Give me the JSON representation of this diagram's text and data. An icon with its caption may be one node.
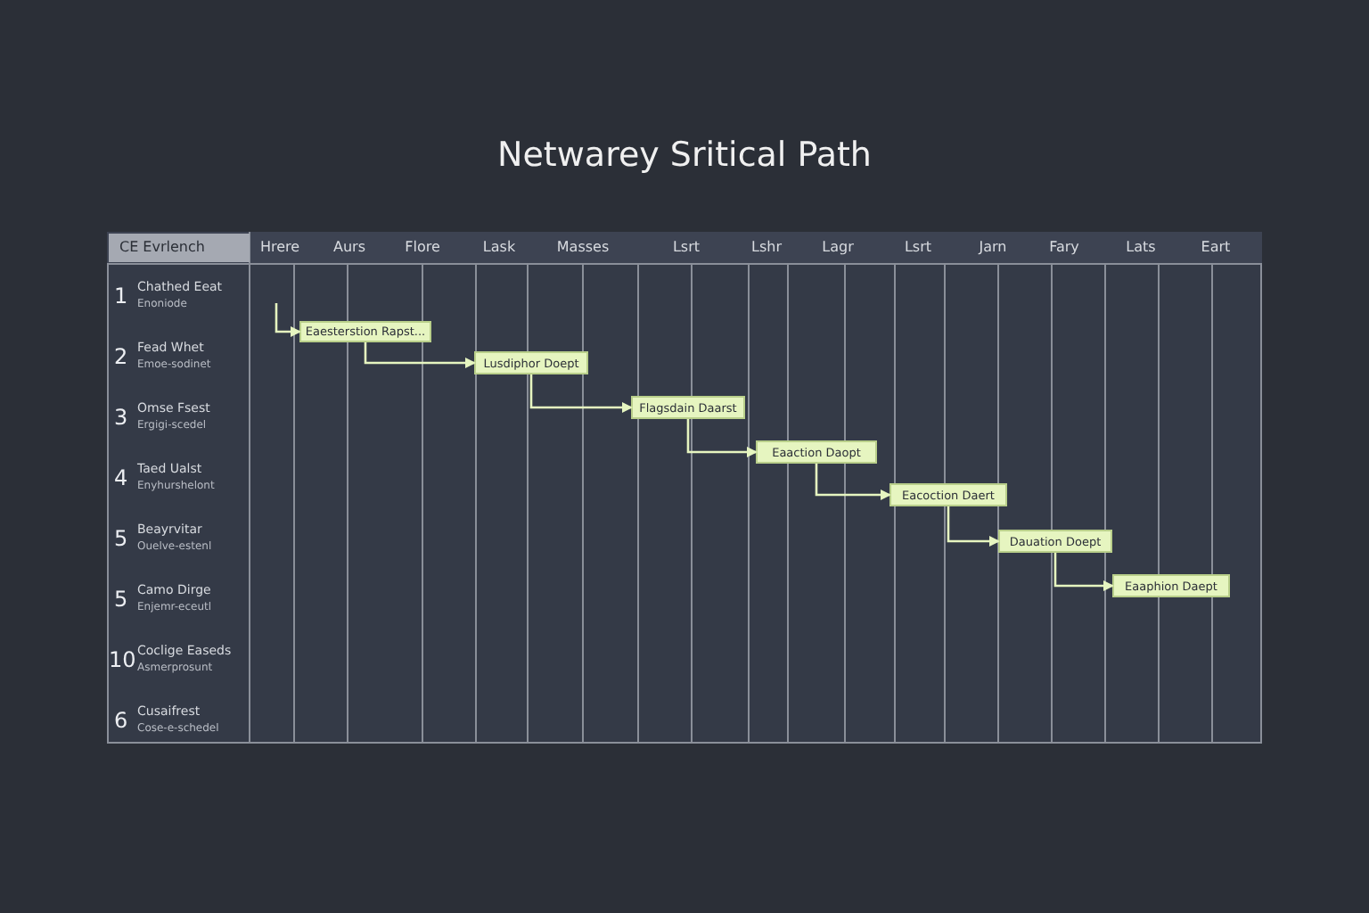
{
  "diagram": {
    "title": "Netwarey Sritical Path",
    "nodes": [
      {
        "text": [
          "Eaesterstion Rapst..."
        ]
      },
      {
        "text": [
          "Lusdiphor Doept"
        ]
      },
      {
        "text": [
          "Flagsdain Daarst"
        ]
      },
      {
        "text": [
          "Eaaction Daopt"
        ]
      },
      {
        "text": [
          "Eacoction Daert"
        ]
      },
      {
        "text": [
          "Dauation Doept"
        ]
      },
      {
        "text": [
          "Eaaphion Daept"
        ]
      }
    ],
    "edges": [
      {
        "from": null,
        "to": 0,
        "arrow": "to"
      },
      {
        "from": 0,
        "to": 1,
        "arrow": "to"
      },
      {
        "from": 1,
        "to": 2,
        "arrow": "to"
      },
      {
        "from": 2,
        "to": 3,
        "arrow": "to"
      },
      {
        "from": 3,
        "to": 4,
        "arrow": "to"
      },
      {
        "from": 4,
        "to": 5,
        "arrow": "to"
      },
      {
        "from": 5,
        "to": 6,
        "arrow": "to"
      }
    ],
    "labels": [
      "CE Evrlench",
      "Hrere",
      "Aurs",
      "Flore",
      "Lask",
      "Masses",
      "Lsrt",
      "Lshr",
      "Lagr",
      "Lsrt",
      "Jarn",
      "Fary",
      "Lats",
      "Eart",
      "1",
      "Chathed Eeat",
      "Enoniode",
      "2",
      "Fead Whet",
      "Emoe-sodinet",
      "3",
      "Omse Fsest",
      "Ergigi-scedel",
      "4",
      "Taed Ualst",
      "Enyhurshelont",
      "5",
      "Beayrvitar",
      "Ouelve-estenl",
      "5",
      "Camo Dirge",
      "Enjemr-eceutl",
      "10",
      "Coclige Easeds",
      "Asmerprosunt",
      "6",
      "Cusaifrest",
      "Cose-e-schedel"
    ]
  }
}
